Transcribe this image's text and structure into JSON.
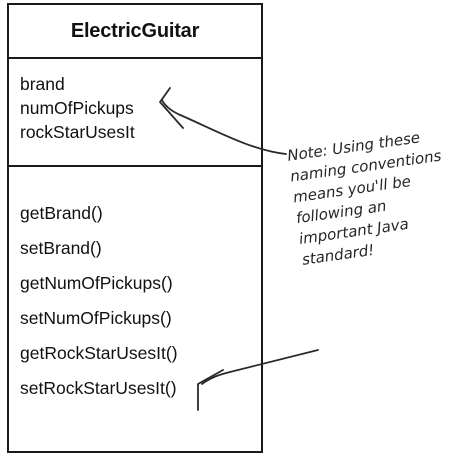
{
  "class_box": {
    "name": "ElectricGuitar",
    "attributes": [
      "brand",
      "numOfPickups",
      "rockStarUsesIt"
    ],
    "methods": [
      "getBrand()",
      "setBrand()",
      "getNumOfPickups()",
      "setNumOfPickups()",
      "getRockStarUsesIt()",
      "setRockStarUsesIt()"
    ]
  },
  "annotation": {
    "lines": [
      "Note: Using these",
      "naming conventions",
      "means you'll be",
      "following an",
      "important Java",
      "standard!"
    ]
  },
  "colors": {
    "ink": "#1a1a1a",
    "handwriting": "#262626"
  }
}
